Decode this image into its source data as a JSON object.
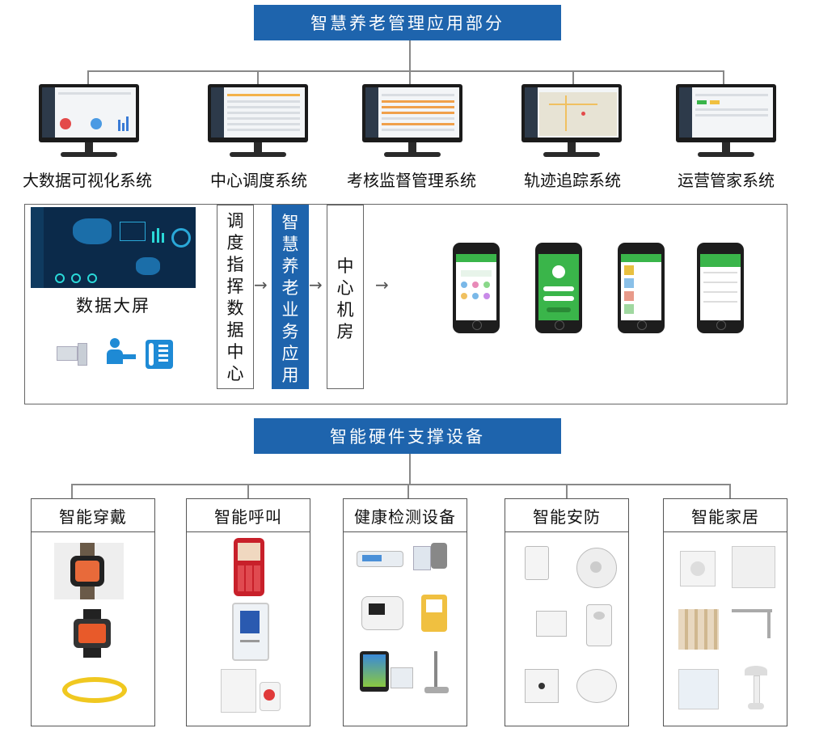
{
  "top_banner": "智慧养老管理应用部分",
  "systems": [
    "大数据可视化系统",
    "中心调度系统",
    "考核监督管理系统",
    "轨迹追踪系统",
    "运营管家系统"
  ],
  "middle": {
    "data_screen_label": "数据大屏",
    "dispatch_center": "调度指挥数据中心",
    "business_app": "智慧养老业务应用",
    "server_room": "中心机房"
  },
  "hardware_banner": "智能硬件支撑设备",
  "hardware_categories": [
    "智能穿戴",
    "智能呼叫",
    "健康检测设备",
    "智能安防",
    "智能家居"
  ],
  "colors": {
    "banner": "#1e64ad",
    "app_green": "#3ab54a",
    "screen_dark": "#0b2a4a"
  }
}
